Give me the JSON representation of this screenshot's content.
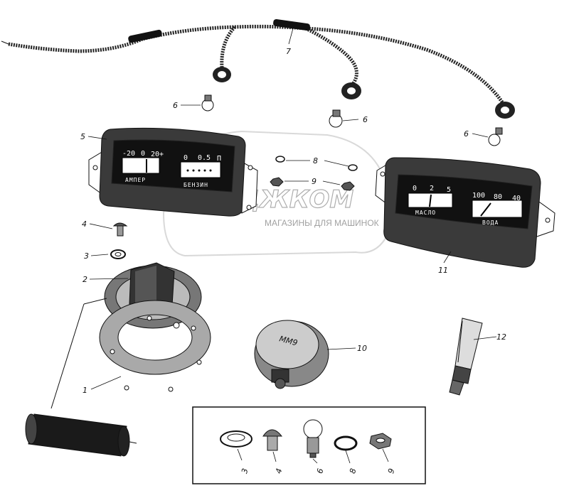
{
  "callouts": {
    "c1": "1",
    "c2": "2",
    "c3a": "3",
    "c4a": "4",
    "c5": "5",
    "c6a": "6",
    "c6b": "6",
    "c6c": "6",
    "c7": "7",
    "c8a": "8",
    "c9a": "9",
    "c10": "10",
    "c11": "11",
    "c12": "12",
    "b3": "3",
    "b4": "4",
    "b6": "6",
    "b8": "8",
    "b9": "9"
  },
  "ammeter_fuel_gauge": {
    "amp_scale": [
      "-20",
      "0",
      "20+"
    ],
    "amp_label": "АМПЕР",
    "fuel_scale": [
      "0",
      "0.5",
      "П"
    ],
    "fuel_label": "БЕНЗИН"
  },
  "oil_water_gauge": {
    "oil_scale": [
      "0",
      "2",
      "5"
    ],
    "oil_label": "МАСЛО",
    "water_scale": [
      "100",
      "80",
      "40"
    ],
    "water_label": "ВОДА"
  },
  "pressure_sensor": {
    "marking": "ММ9"
  },
  "watermark": {
    "logo": "ОБДЖКОМ",
    "tagline": "МАГАЗИНЫ ДЛЯ МАШИНОК"
  }
}
